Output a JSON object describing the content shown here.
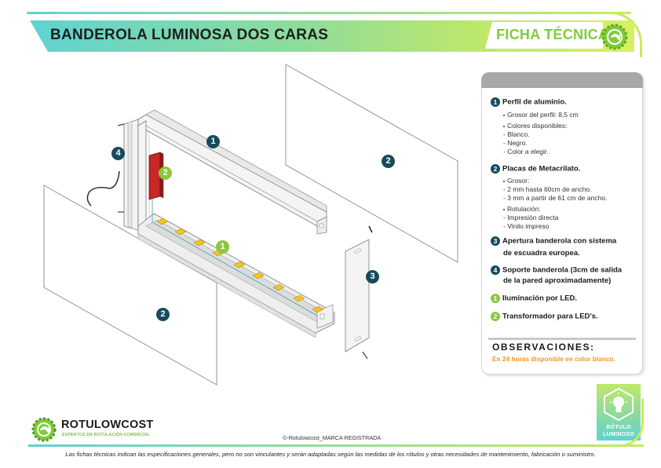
{
  "header": {
    "title": "BANDEROLA LUMINOSA DOS CARAS",
    "ficha_label": "FICHA TÉCNICA"
  },
  "colors": {
    "accent_teal": "#5fd3d0",
    "accent_green": "#8cc63f",
    "callout_dark": "#174b5c",
    "observation_orange": "#f7941d"
  },
  "diagram": {
    "callouts": [
      {
        "number": "1",
        "style": "dark"
      },
      {
        "number": "2",
        "style": "green"
      },
      {
        "number": "4",
        "style": "dark"
      },
      {
        "number": "1",
        "style": "green"
      },
      {
        "number": "2",
        "style": "dark"
      },
      {
        "number": "3",
        "style": "dark"
      },
      {
        "number": "2",
        "style": "dark"
      }
    ]
  },
  "spec": {
    "items": [
      {
        "number": "1",
        "style": "dark",
        "title": "Perfil de aluminio.",
        "lines": [
          "Grosor del perfil: 8,5 cm",
          "Colores disponibles:",
          "- Blanco.",
          "- Negro.",
          "- Color a elegir."
        ]
      },
      {
        "number": "2",
        "style": "dark",
        "title": "Placas de Metacrilato.",
        "lines": [
          "Grosor:",
          "- 2 mm hasta 60cm de ancho.",
          "- 3 mm a partir de 61 cm de ancho.",
          "Rotulación:",
          "- Impresión directa",
          "- Vinilo impreso"
        ]
      },
      {
        "number": "3",
        "style": "dark",
        "title_line1": "Apertura banderola con sistema",
        "title_line2": "de escuadra europea."
      },
      {
        "number": "4",
        "style": "dark",
        "title_line1": "Soporte banderola (3cm de salida",
        "title_line2": "de la pared aproximadamente)"
      },
      {
        "number": "1",
        "style": "green",
        "title": "Iluminación por LED."
      },
      {
        "number": "2",
        "style": "green",
        "title": "Transformador para LED's."
      }
    ],
    "observations_title": "OBSERVACIONES:",
    "observations_text": "En 24 horas disponible en color blanco."
  },
  "footer": {
    "brand_name": "ROTULOWCOST",
    "brand_tagline": "EXPERTOS EN ROTULACIÓN COMERCIAL",
    "copyright": "©-Rotulowcost_MARCA REGISTRADA",
    "disclaimer": "Las fichas técnicas indican las especificaciones generales, pero no son vinculantes y serán adaptadas  según las medidas de los rótulos y otras necesidades de mantenimiento, fabricación o suministro.",
    "badge_line1": "RÓTULO",
    "badge_line2": "LUMINOSO"
  }
}
